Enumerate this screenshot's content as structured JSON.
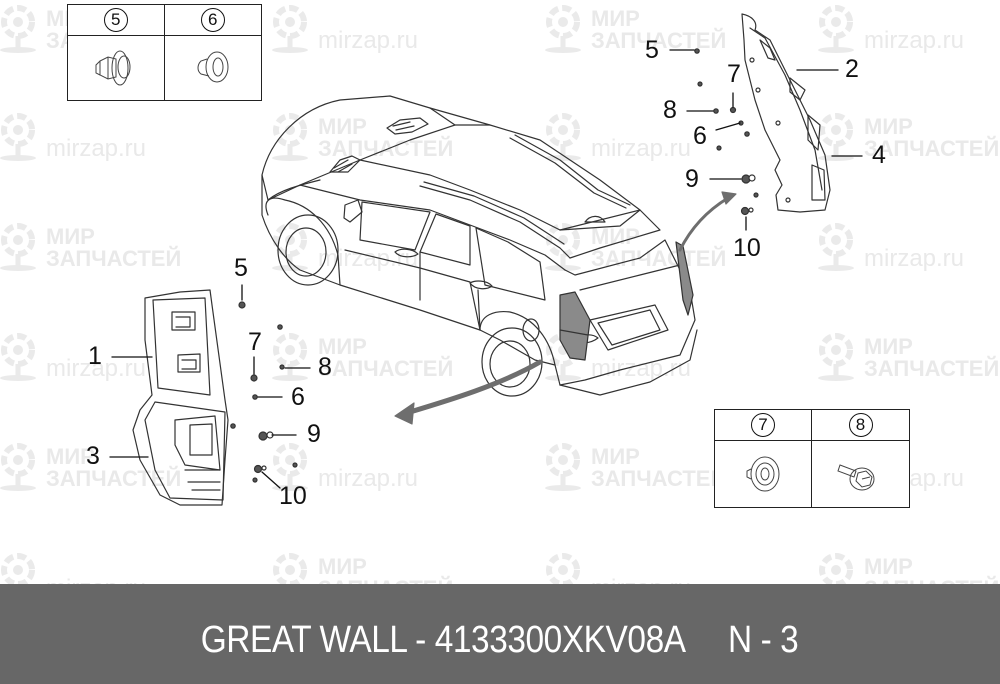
{
  "watermarks": {
    "brand_ru_line1": "МИР",
    "brand_ru_line2": "ЗАПЧАСТЕЙ",
    "brand_domain": "mirzap.ru",
    "color": "#e9e9e9"
  },
  "legend_tables": [
    {
      "id": "top-left",
      "items": [
        {
          "number": "5",
          "part": "clip-nut"
        },
        {
          "number": "6",
          "part": "grommet"
        }
      ]
    },
    {
      "id": "bottom-right",
      "items": [
        {
          "number": "7",
          "part": "washer-grommet"
        },
        {
          "number": "8",
          "part": "flange-bolt"
        }
      ]
    }
  ],
  "callouts": {
    "left": {
      "c1": "1",
      "c3": "3",
      "c5": "5",
      "c6": "6",
      "c7": "7",
      "c8": "8",
      "c9": "9",
      "c10": "10"
    },
    "right": {
      "c2": "2",
      "c4": "4",
      "c5": "5",
      "c6": "6",
      "c7": "7",
      "c8": "8",
      "c9": "9",
      "c10": "10"
    }
  },
  "footer": {
    "brand": "GREAT WALL",
    "separator": " - ",
    "part_number": "4133300XKV08A",
    "position_label": "N - 3",
    "full_text": "GREAT WALL - 4133300XKV08A     N - 3",
    "background": "#676767",
    "text_color": "#ffffff"
  },
  "colors": {
    "line": "#333333",
    "tail_light_fill": "#8a8a8a",
    "arrow_fill": "#6e6e6e"
  }
}
